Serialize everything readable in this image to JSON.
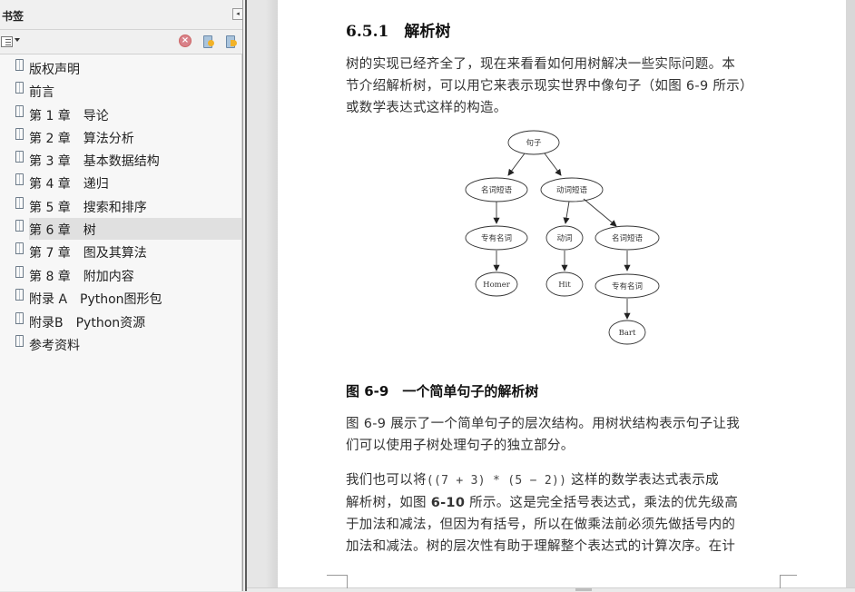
{
  "bookmarks_panel": {
    "title": "书签",
    "collapse_glyph": "◂",
    "toolbar": {
      "options_icon": "options-menu-icon",
      "delete_icon": "delete-bookmark-icon",
      "delete_glyph": "×",
      "new_icon": "new-bookmark-icon",
      "expand_icon": "expand-bookmark-icon"
    },
    "items": [
      {
        "label": "版权声明"
      },
      {
        "label": "前言"
      },
      {
        "label": "第 1 章　导论"
      },
      {
        "label": "第 2 章　算法分析"
      },
      {
        "label": "第 3 章　基本数据结构"
      },
      {
        "label": "第 4 章　递归"
      },
      {
        "label": "第 5 章　搜索和排序"
      },
      {
        "label": "第 6 章　树",
        "selected": true
      },
      {
        "label": "第 7 章　图及其算法"
      },
      {
        "label": "第 8 章　附加内容"
      },
      {
        "label": "附录 A　Python图形包"
      },
      {
        "label": "附录B　Python资源"
      },
      {
        "label": "参考资料"
      }
    ]
  },
  "document": {
    "heading": "6.5.1　解析树",
    "paragraph1": [
      "树的实现已经齐全了，现在来看看如何用树解决一些实际问题。本",
      "节介绍解析树，可以用它来表示现实世界中像句子（如图 6-9 所示）",
      "或数学表达式这样的构造。"
    ],
    "figure": {
      "nodes": {
        "root": "句子",
        "np1": "名词短语",
        "vp": "动词短语",
        "pn1": "专有名词",
        "v": "动词",
        "np2": "名词短语",
        "homer": "Homer",
        "hit": "Hit",
        "pn2": "专有名词",
        "bart": "Bart"
      }
    },
    "caption": "图 6-9　一个简单句子的解析树",
    "paragraph2": [
      "图 6-9 展示了一个简单句子的层次结构。用树状结构表示句子让我",
      "们可以使用子树处理句子的独立部分。"
    ],
    "paragraph3": {
      "line1_pre": "我们也可以将",
      "line1_code": "((7 + 3) * (5 − 2))",
      "line1_post": " 这样的数学表达式表示成",
      "line2_pre": "解析树，如图 ",
      "line2_bold": "6-10",
      "line2_post": " 所示。这是完全括号表达式，乘法的优先级高",
      "line3": "于加法和减法，但因为有括号，所以在做乘法前必须先做括号内的",
      "line4": "加法和减法。树的层次性有助于理解整个表达式的计算次序。在计"
    }
  }
}
